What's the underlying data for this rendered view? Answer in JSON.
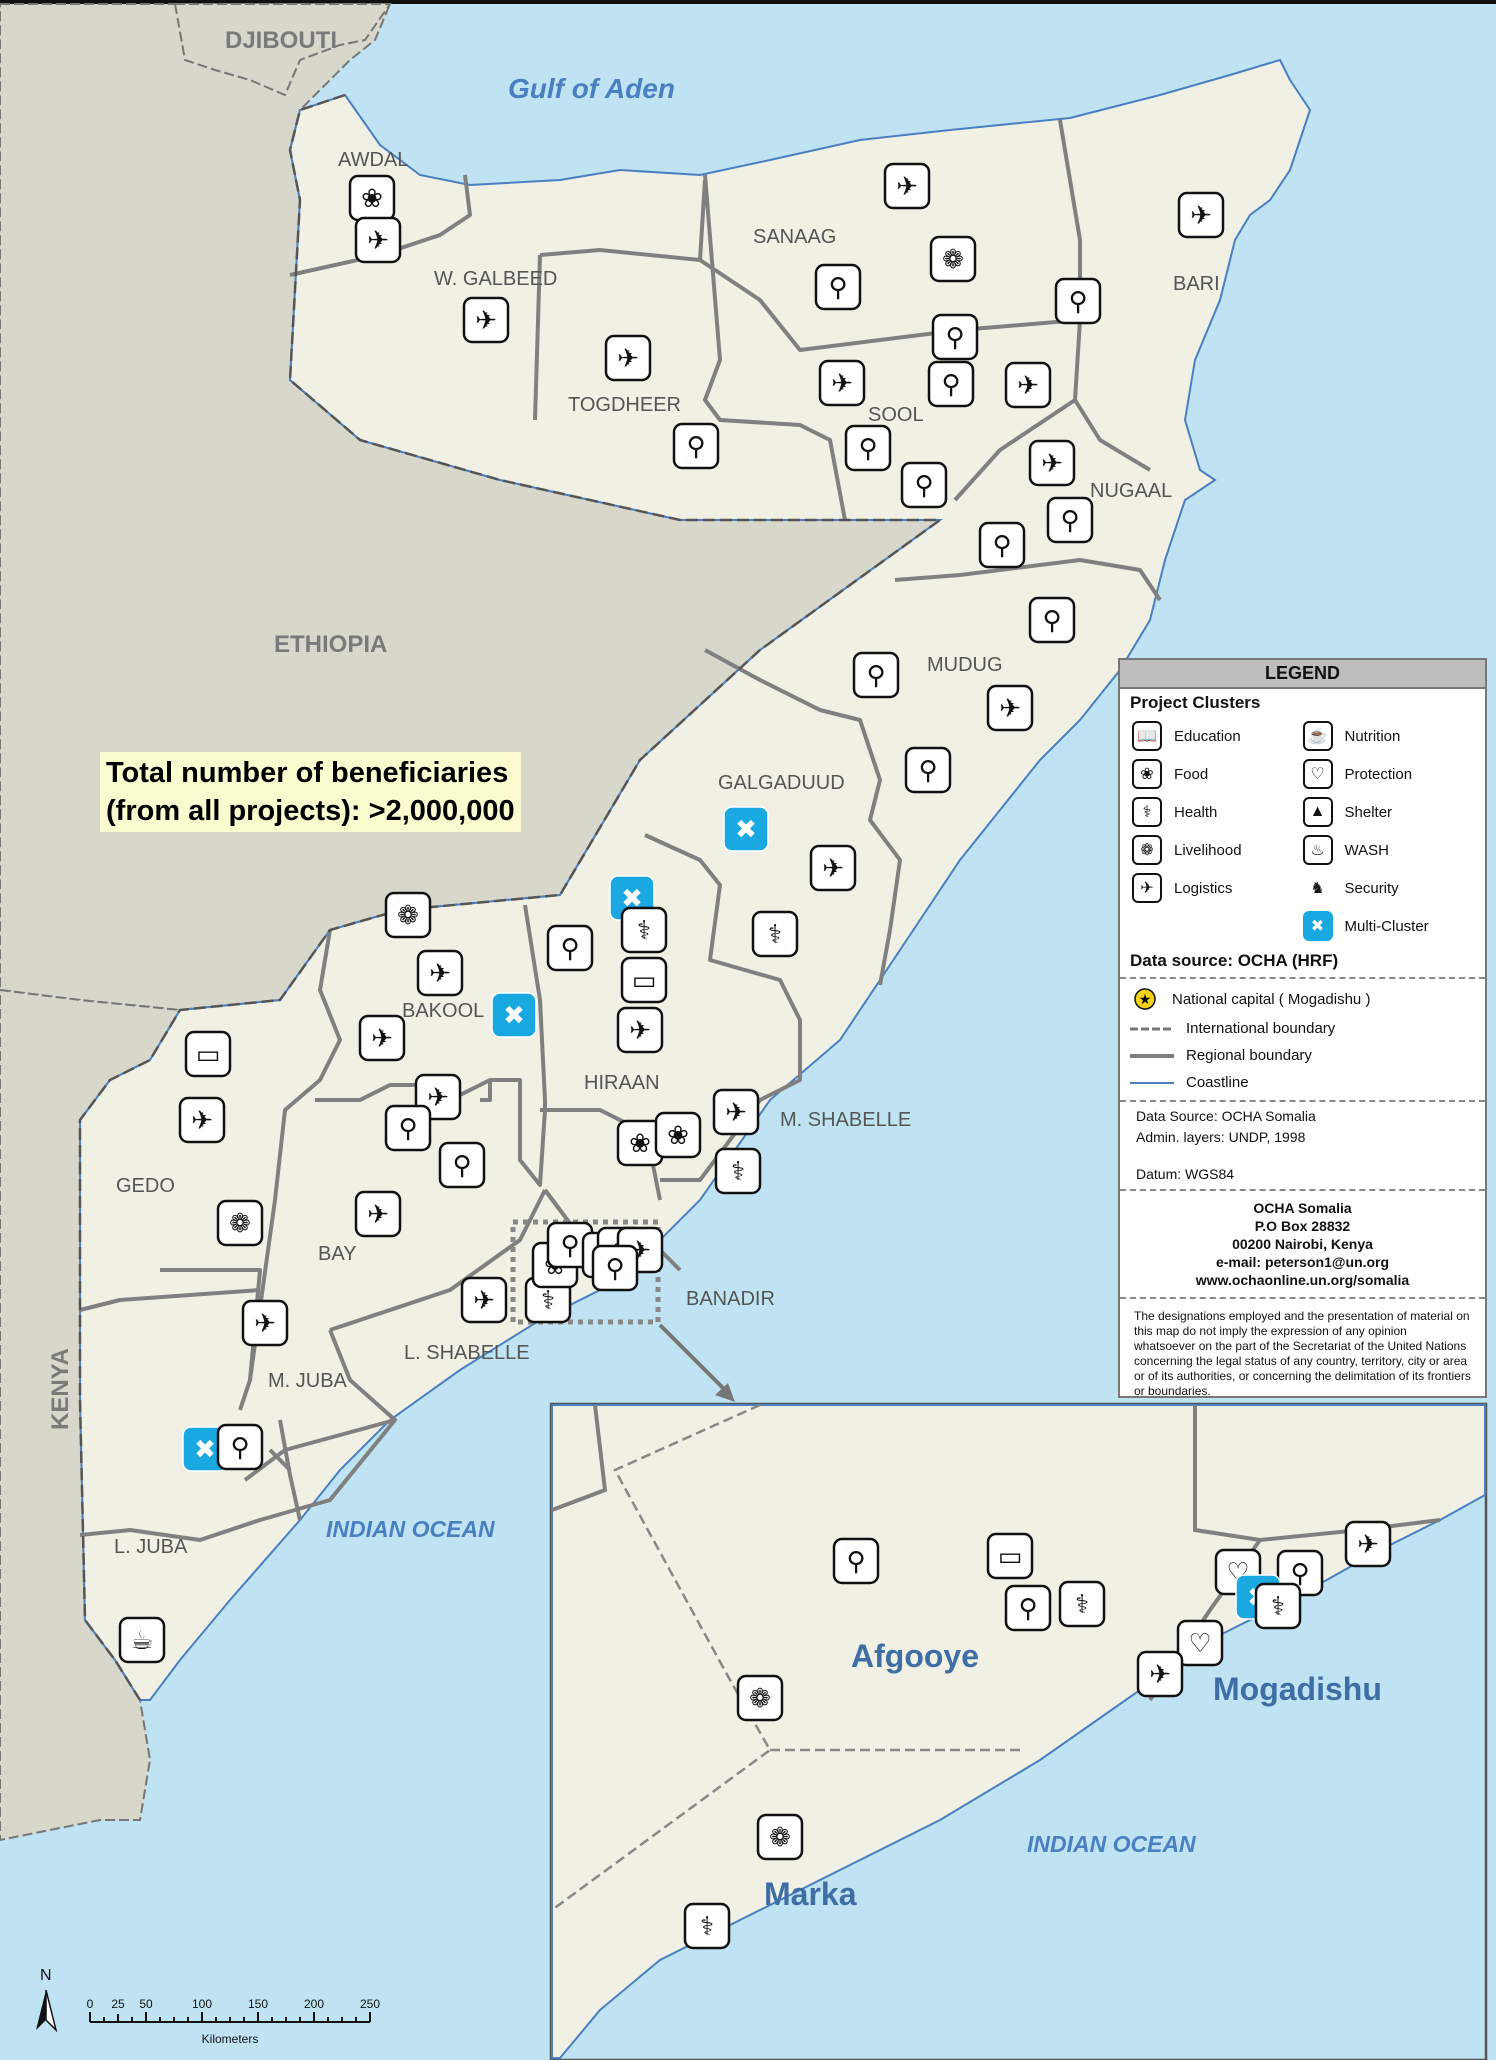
{
  "labels": {
    "gulf": "Gulf of Aden",
    "indian_ocean": "INDIAN OCEAN",
    "inset_ocean": "INDIAN OCEAN",
    "djibouti": "DJIBOUTI",
    "ethiopia": "ETHIOPIA",
    "kenya": "KENYA",
    "regions": [
      "AWDAL",
      "W. GALBEED",
      "TOGDHEER",
      "SANAAG",
      "BARI",
      "SOOL",
      "NUGAAL",
      "MUDUG",
      "GALGADUUD",
      "HIRAAN",
      "BAKOOL",
      "GEDO",
      "BAY",
      "M. SHABELLE",
      "BANADIR",
      "L. SHABELLE",
      "M. JUBA",
      "L. JUBA"
    ],
    "inset_cities": [
      "Afgooye",
      "Mogadishu",
      "Marka"
    ]
  },
  "beneficiaries": {
    "line1": "Total number of beneficiaries",
    "line2": "(from all projects): >2,000,000"
  },
  "legend": {
    "title": "LEGEND",
    "clusters_title": "Project Clusters",
    "clusters": [
      {
        "label": "Education",
        "icon": "book-icon"
      },
      {
        "label": "Nutrition",
        "icon": "bowl-icon"
      },
      {
        "label": "Food",
        "icon": "wheat-hand-icon"
      },
      {
        "label": "Protection",
        "icon": "hands-icon"
      },
      {
        "label": "Health",
        "icon": "caduceus-icon"
      },
      {
        "label": "Shelter",
        "icon": "tent-icon"
      },
      {
        "label": "Livelihood",
        "icon": "wheat-icon"
      },
      {
        "label": "WASH",
        "icon": "tap-icon"
      },
      {
        "label": "Logistics",
        "icon": "truck-plane-icon"
      },
      {
        "label": "Security",
        "icon": "security-icon"
      },
      {
        "label": "",
        "icon": ""
      },
      {
        "label": "Multi-Cluster",
        "icon": "multi-cluster-icon"
      }
    ],
    "data_source_title": "Data source: OCHA (HRF)",
    "symbols": [
      {
        "label": "National capital ( Mogadishu )",
        "icon": "star-icon"
      },
      {
        "label": "International boundary",
        "icon": "dashed-line"
      },
      {
        "label": "Regional boundary",
        "icon": "solid-line"
      },
      {
        "label": "Coastline",
        "icon": "blue-line"
      }
    ],
    "source_lines": [
      "Data Source: OCHA Somalia",
      "Admin. layers: UNDP, 1998",
      "",
      "Datum: WGS84"
    ],
    "contact": [
      "OCHA Somalia",
      "P.O Box 28832",
      "00200 Nairobi, Kenya",
      "e-mail: peterson1@un.org",
      "www.ochaonline.un.org/somalia"
    ],
    "disclaimer": "The designations employed and the presentation of material on this map do not imply the expression of any opinion whatsoever on the part of the Secretariat of the United Nations concerning the legal status of any country, territory, city or area or of its authorities, or concerning the delimitation of its frontiers or boundaries."
  },
  "scale": {
    "north": "N",
    "ticks": [
      "0",
      "25",
      "50",
      "100",
      "150",
      "200",
      "250"
    ],
    "unit": "Kilometers"
  },
  "colors": {
    "sea": "#bfe3f2",
    "somalia": "#f1f0e5",
    "neighbor": "#d7d7cc",
    "boundary": "#808080",
    "multi_cluster": "#1aa8e0"
  }
}
